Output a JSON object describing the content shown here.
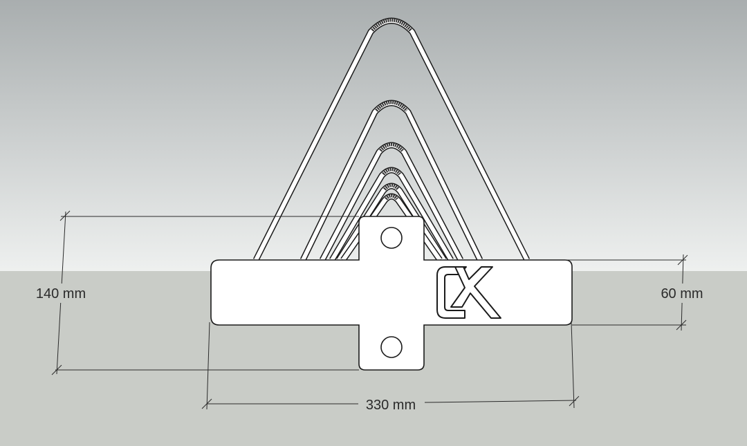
{
  "scene": {
    "colors": {
      "sky_top": "#a9aeaf",
      "sky_bottom": "#eef0ef",
      "ground": "#c9ccc7",
      "outline": "#1a1a1a",
      "part_fill": "#ffffff",
      "dimension_line": "#2a2a2a"
    }
  },
  "dimensions": {
    "height": {
      "label": "140 mm"
    },
    "thickness": {
      "label": "60 mm"
    },
    "width": {
      "label": "330 mm"
    }
  },
  "logo": {
    "text": "CX",
    "icon": "cx-logo-icon"
  }
}
